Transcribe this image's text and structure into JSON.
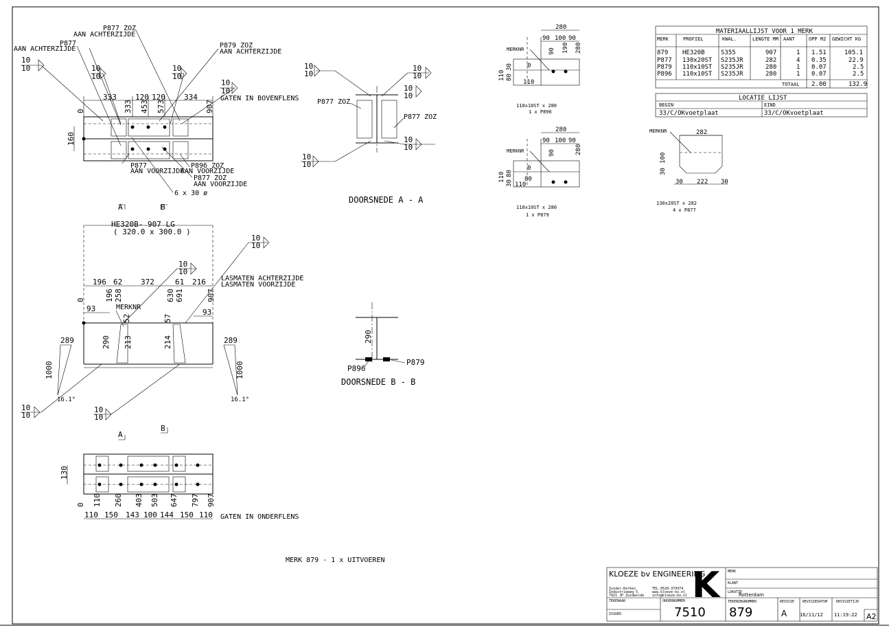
{
  "drawing": {
    "top_view": {
      "callouts": {
        "p877_zoz_aan_achterzijde": [
          "P877 ZOZ",
          "AAN ACHTERZIJDE"
        ],
        "p877_aan_achterzijde": [
          "P877",
          "AAN ACHTERZIJDE"
        ],
        "p879_zoz_aan_achterzijde": [
          "P879 ZOZ",
          "AAN ACHTERZIJDE"
        ],
        "p877_aan_voorzijde": [
          "P877",
          "AAN VOORZIJDE"
        ],
        "p896_zoz_aan_voorzijde": [
          "P896 ZOZ",
          "AAN VOORZIJDE"
        ],
        "p877_zoz_aan_voorzijde": [
          "P877 ZOZ",
          "AAN VOORZIJDE"
        ]
      },
      "holes": "6 x 30 ø",
      "note": "GATEN IN BOVENFLENS",
      "dims": [
        "333",
        "120",
        "120",
        "334",
        "333",
        "453",
        "573",
        "907",
        "0",
        "160"
      ],
      "weld": [
        "10",
        "10"
      ]
    },
    "section_aa": {
      "title": "DOORSNEDE A - A",
      "labels": [
        "P877 ZOZ",
        "P877 ZOZ"
      ],
      "weld": [
        "10",
        "10"
      ]
    },
    "section_markers": {
      "a": "A",
      "b": "B"
    },
    "front_view": {
      "title_1": "HE320B- 907 LG",
      "title_2": "( 320.0 x 300.0 )",
      "las_1": "LASMATEN ACHTERZIJDE",
      "las_2": "LASMATEN VOORZIJDE",
      "merknr": "MERKNR",
      "dims_top": [
        "196",
        "62",
        "372",
        "61",
        "216"
      ],
      "dims_vert": [
        "196",
        "258",
        "630",
        "691",
        "907",
        "0"
      ],
      "dims_inner": [
        "52",
        "57",
        "290",
        "213",
        "214",
        "93",
        "93"
      ],
      "slope_left": [
        "289",
        "1000",
        "16.1°"
      ],
      "slope_right": [
        "289",
        "1000",
        "16.1°"
      ],
      "weld": [
        "10",
        "10"
      ]
    },
    "section_bb": {
      "title": "DOORSNEDE B - B",
      "dim": "290",
      "labels": [
        "P896",
        "P879"
      ]
    },
    "bottom_view": {
      "note": "GATEN IN ONDERFLENS",
      "dims_bottom": [
        "110",
        "150",
        "143",
        "100",
        "144",
        "150",
        "110"
      ],
      "dims_vert": [
        "0",
        "110",
        "260",
        "403",
        "503",
        "647",
        "797",
        "907"
      ],
      "dim_side": "130"
    },
    "plate_p896": {
      "dims": [
        "280",
        "90",
        "100",
        "90",
        "280",
        "190",
        "90",
        "0",
        "110",
        "80",
        "30",
        "110"
      ],
      "merknr": "MERKNR",
      "caption_1": "110x10ST x 280",
      "caption_2": "1 x P896"
    },
    "plate_p879": {
      "dims": [
        "280",
        "90",
        "100",
        "90",
        "280",
        "90",
        "0",
        "80",
        "110",
        "30",
        "80",
        "110"
      ],
      "merknr": "MERKNR",
      "caption_1": "110x10ST x 280",
      "caption_2": "1 x P879"
    },
    "plate_p877": {
      "dims": [
        "282",
        "100",
        "30",
        "30",
        "222",
        "30"
      ],
      "merknr": "MERKNR",
      "caption_1": "130x20ST x 282",
      "caption_2": "4 x P877"
    },
    "merk_note": "MERK 879 - 1 x UITVOEREN"
  },
  "material_list": {
    "title": "MATERIAALLIJST VOOR 1 MERK",
    "headers": [
      "MERK",
      "PROFIEL",
      "KWAL.",
      "LENGTE MM",
      "AANT",
      "OPP M2",
      "GEWICHT KG"
    ],
    "rows": [
      [
        "879",
        "HE320B",
        "S355",
        "907",
        "1",
        "1.51",
        "105.1"
      ],
      [
        "P877",
        "130x20ST",
        "S235JR",
        "282",
        "4",
        "0.35",
        "22.9"
      ],
      [
        "P879",
        "110x10ST",
        "S235JR",
        "280",
        "1",
        "0.07",
        "2.5"
      ],
      [
        "P896",
        "110x10ST",
        "S235JR",
        "280",
        "1",
        "0.07",
        "2.5"
      ]
    ],
    "total_label": "TOTAAL",
    "total_opp": "2.00",
    "total_gewicht": "132.9"
  },
  "location_list": {
    "title": "LOCATIE LIJST",
    "begin_label": "BEGIN",
    "eind_label": "EIND",
    "begin": "33/C/OKvoetplaat",
    "eind": "33/C/OKvoetplaat"
  },
  "title_block": {
    "company": "KLOEZE bv ENGINEERING",
    "logo": "K",
    "address": [
      "Zuider-Kerkes",
      "Industrieweg 5",
      "7921 JP Zuidwolde"
    ],
    "contact": [
      "TEL.0528-374374",
      "www.kloeze-bv.nl",
      "info@kloeze-bv.nl"
    ],
    "tekenaar_label": "TEKENAAR",
    "tekenaar": "",
    "ordernummer_label": "ORDERNUMMER",
    "ordernummer": "7510",
    "issued_label": "ISSUED",
    "merk_label": "MERK",
    "klant_label": "KLANT",
    "lokatie_label": "LOKATIE",
    "lokatie": "Rotterdam",
    "tekeningnummer_label": "TEKENINGNUMMER",
    "tekeningnummer": "879",
    "revisie_label": "REVISIE",
    "revisie": "A",
    "revisiedatum_label": "REVISIEDATUM",
    "revisiedatum": "16/11/12",
    "revisietijd_label": "REVISIETIJD",
    "revisietijd": "11:19:22",
    "format": "A2"
  }
}
